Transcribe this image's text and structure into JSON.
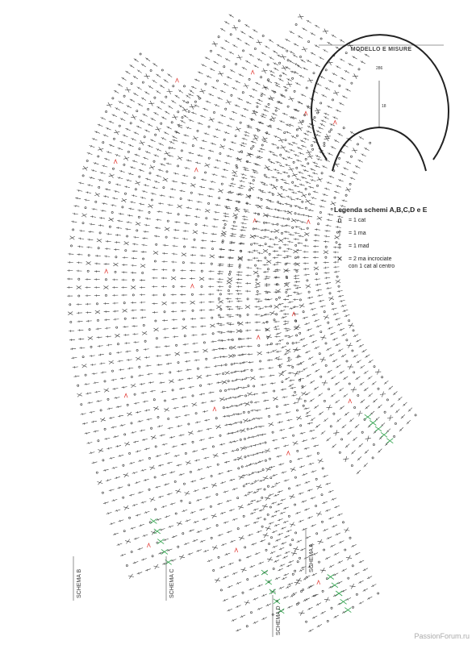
{
  "title": "MODELLO E MISURE",
  "model": {
    "top_measure": "286",
    "height_measure": "18"
  },
  "legend": {
    "heading": "Legenda schemi A,B,C,D e E",
    "items": [
      {
        "symbol": "chain-icon",
        "glyph": "o",
        "label": "= 1 cat"
      },
      {
        "symbol": "double-crochet-icon",
        "glyph": "†",
        "label": "= 1 ma"
      },
      {
        "symbol": "treble-crochet-icon",
        "glyph": "‡",
        "label": "= 1 mad"
      },
      {
        "symbol": "crossed-stitch-icon",
        "glyph": "✕",
        "label": "= 2 ma incrociate\ncon 1 cat al centro"
      }
    ]
  },
  "schemas": [
    {
      "label": "SCHEMA B"
    },
    {
      "label": "SCHEMA C"
    },
    {
      "label": "SCHEMA D"
    },
    {
      "label": "SCHEMA A"
    }
  ],
  "watermark": "PassionForum.ru",
  "colors": {
    "stitch": "#333333",
    "accent_red": "#e0302a",
    "accent_green": "#2ca24a"
  }
}
